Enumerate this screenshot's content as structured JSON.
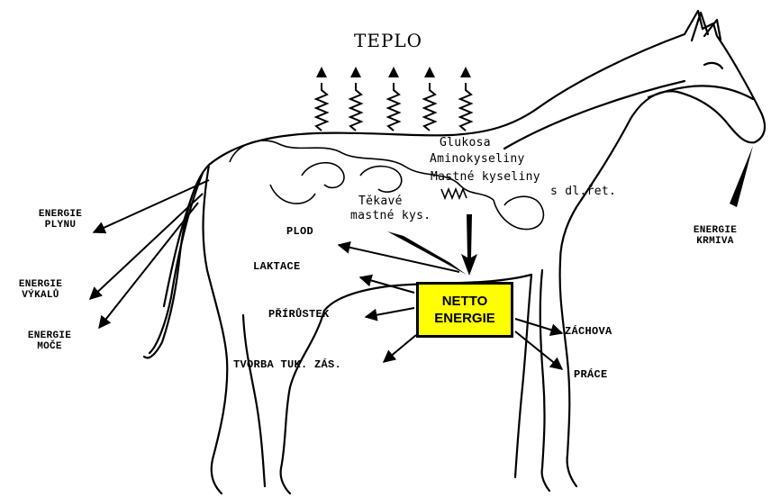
{
  "title": "TEPLO",
  "center_box": {
    "line1": "NETTO",
    "line2": "ENERGIE"
  },
  "absorbed": {
    "glukosa": "Glukosa",
    "aminokyseliny": "Aminokyseliny",
    "mastne": "Mastné kyseliny",
    "dl_ret": "s dl.řet.",
    "tekave1": "Těkavé",
    "tekave2": "mastné kys."
  },
  "outputs": {
    "plod": "PLOD",
    "laktace": "LAKTACE",
    "prirustek": "PŘÍRŮSTEK",
    "tvorba": "TVORBA TUK. ZÁS.",
    "zachova": "ZÁCHOVA",
    "prace": "PRÁCE"
  },
  "losses": {
    "plyn1": "ENERGIE",
    "plyn2": "PLYNU",
    "vykal1": "ENERGIE",
    "vykal2": "VÝKALŮ",
    "moc1": "ENERGIE",
    "moc2": "MOČE"
  },
  "intake": {
    "line1": "ENERGIE",
    "line2": "KRMIVA"
  },
  "colors": {
    "box_fill": "#ffff00",
    "ink": "#000000"
  }
}
